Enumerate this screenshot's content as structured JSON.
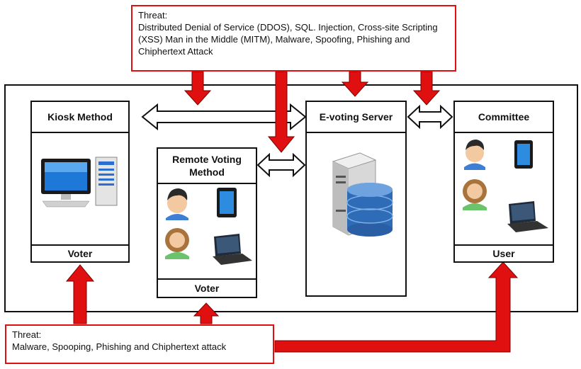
{
  "threat_top": {
    "title": "Threat:",
    "text": "Distributed Denial of Service (DDOS), SQL. Injection, Cross-site Scripting  (XSS) Man in the Middle (MITM), Malware, Spoofing, Phishing and Chiphertext Attack"
  },
  "threat_bottom": {
    "title": "Threat:",
    "text": "Malware, Spooping, Phishing and Chiphertext attack"
  },
  "kiosk": {
    "title": "Kiosk Method",
    "footer": "Voter"
  },
  "remote": {
    "title": "Remote Voting Method",
    "footer": "Voter"
  },
  "server": {
    "title": "E-voting Server"
  },
  "committee": {
    "title": "Committee",
    "footer": "User"
  },
  "colors": {
    "threat": "#e01010",
    "arrow_fill": "#ffffff",
    "line": "#111111"
  },
  "icons": [
    "desktop-computer-icon",
    "tablet-icon",
    "man-avatar-icon",
    "woman-avatar-icon",
    "laptop-icon",
    "server-database-icon"
  ]
}
